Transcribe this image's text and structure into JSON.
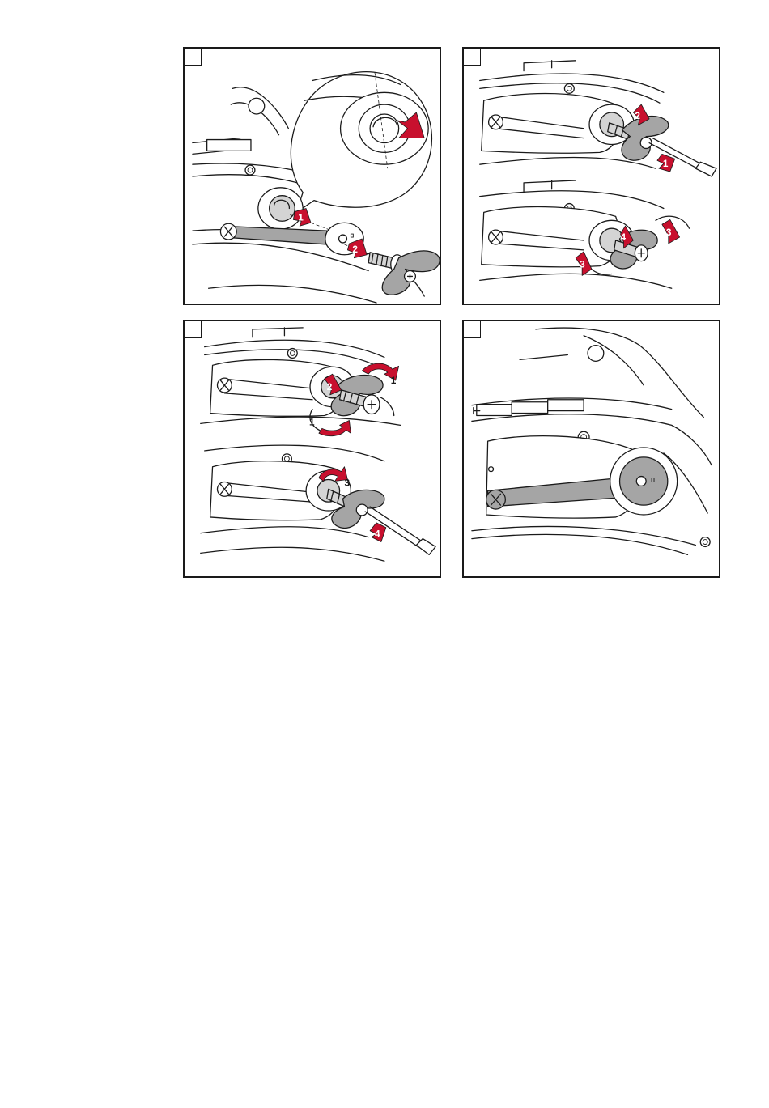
{
  "figure": {
    "panels": [
      {
        "id": "panel-1",
        "steps": [
          "1",
          "2"
        ]
      },
      {
        "id": "panel-2",
        "steps": [
          "1",
          "2",
          "3",
          "4"
        ]
      },
      {
        "id": "panel-3",
        "steps": [
          "1",
          "2",
          "3",
          "4"
        ]
      },
      {
        "id": "panel-4",
        "steps": []
      }
    ]
  },
  "colors": {
    "accent": "#c8102e",
    "line": "#1a1a1a",
    "part_fill": "#a5a5a5",
    "light_fill": "#d4d4d4"
  }
}
